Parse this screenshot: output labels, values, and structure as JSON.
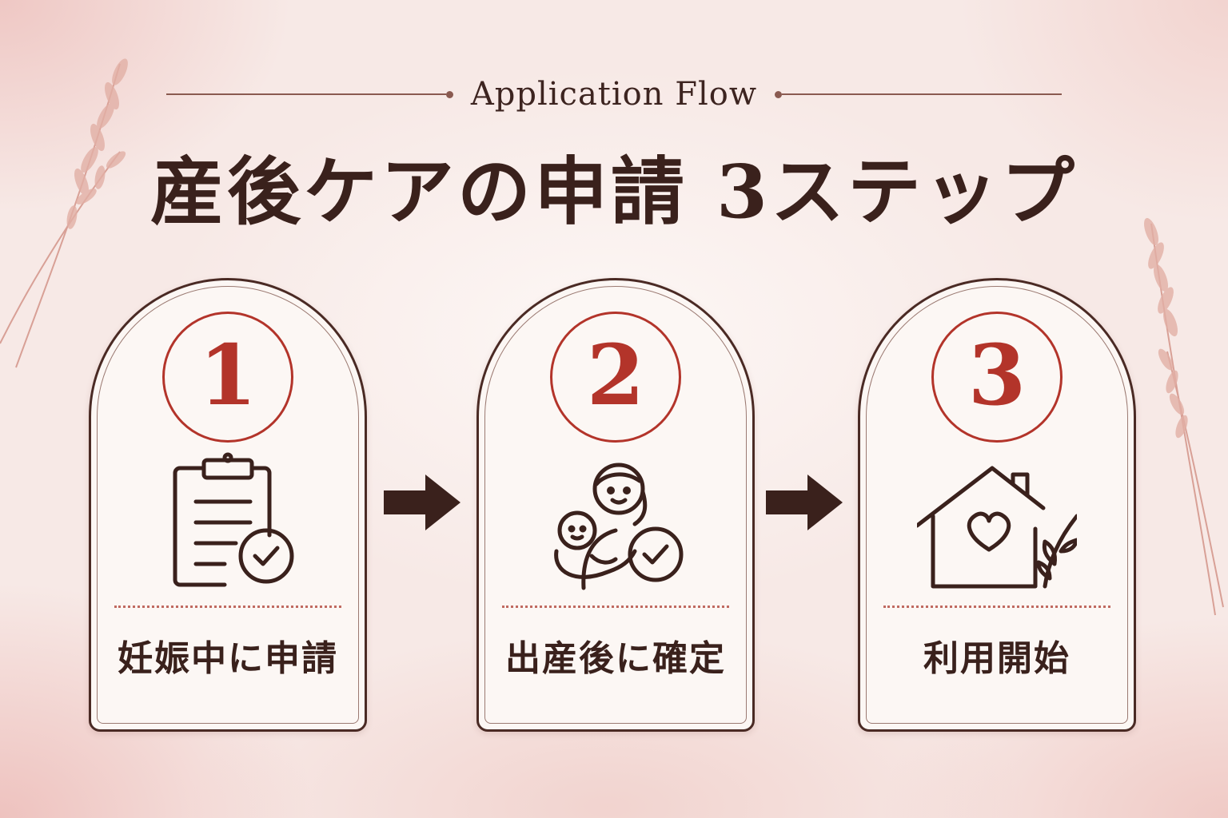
{
  "header": {
    "subtitle": "Application Flow",
    "title": "産後ケアの申請 3ステップ"
  },
  "steps": [
    {
      "number": "1",
      "label": "妊娠中に申請",
      "icon": "clipboard-check-icon"
    },
    {
      "number": "2",
      "label": "出産後に確定",
      "icon": "mother-baby-check-icon"
    },
    {
      "number": "3",
      "label": "利用開始",
      "icon": "house-heart-icon"
    }
  ],
  "colors": {
    "accent_red": "#b3342a",
    "text_brown": "#3a211c",
    "background_pink": "#f7e9e6"
  }
}
